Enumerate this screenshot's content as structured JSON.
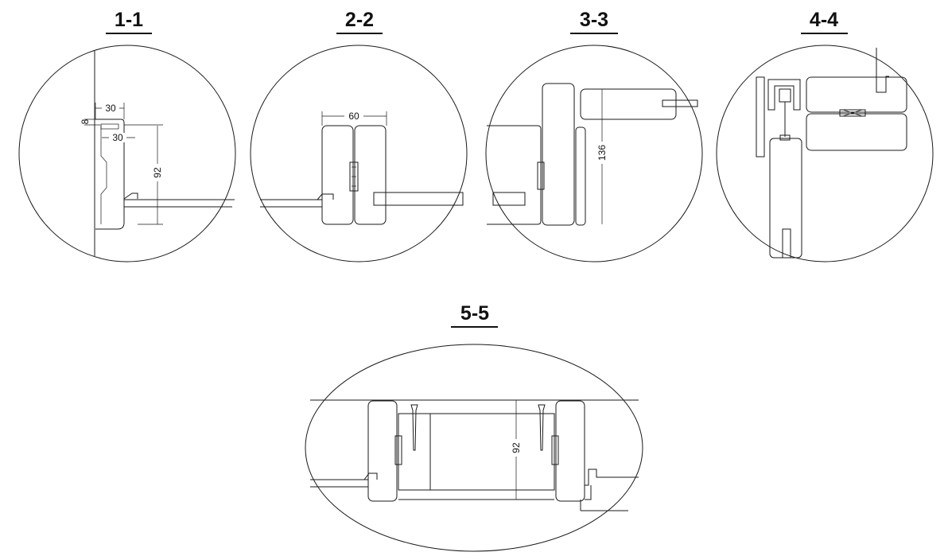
{
  "sections": [
    {
      "title": "1-1",
      "dims": [
        "30",
        "30",
        "8",
        "92"
      ]
    },
    {
      "title": "2-2",
      "dims": [
        "60"
      ]
    },
    {
      "title": "3-3",
      "dims": [
        "136"
      ]
    },
    {
      "title": "4-4",
      "dims": []
    },
    {
      "title": "5-5",
      "dims": [
        "92"
      ]
    }
  ]
}
